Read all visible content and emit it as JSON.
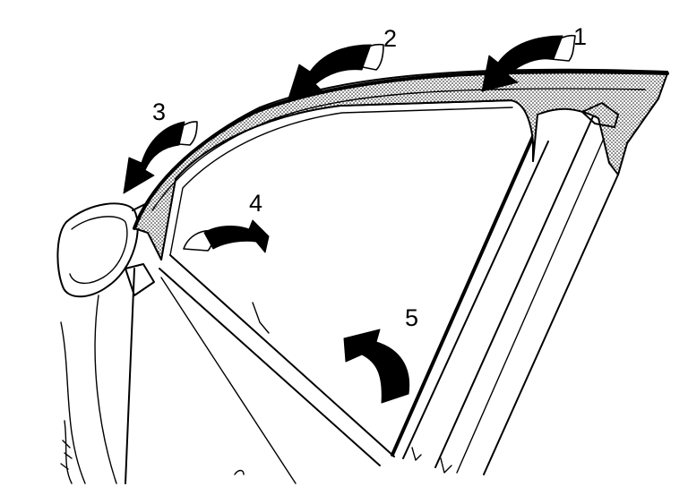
{
  "callouts": [
    {
      "id": "1",
      "label": "1"
    },
    {
      "id": "2",
      "label": "2"
    },
    {
      "id": "3",
      "label": "3"
    },
    {
      "id": "4",
      "label": "4"
    },
    {
      "id": "5",
      "label": "5"
    }
  ],
  "colors": {
    "ink": "#000000",
    "background": "#ffffff",
    "trim_fill": "dotted-gray"
  }
}
